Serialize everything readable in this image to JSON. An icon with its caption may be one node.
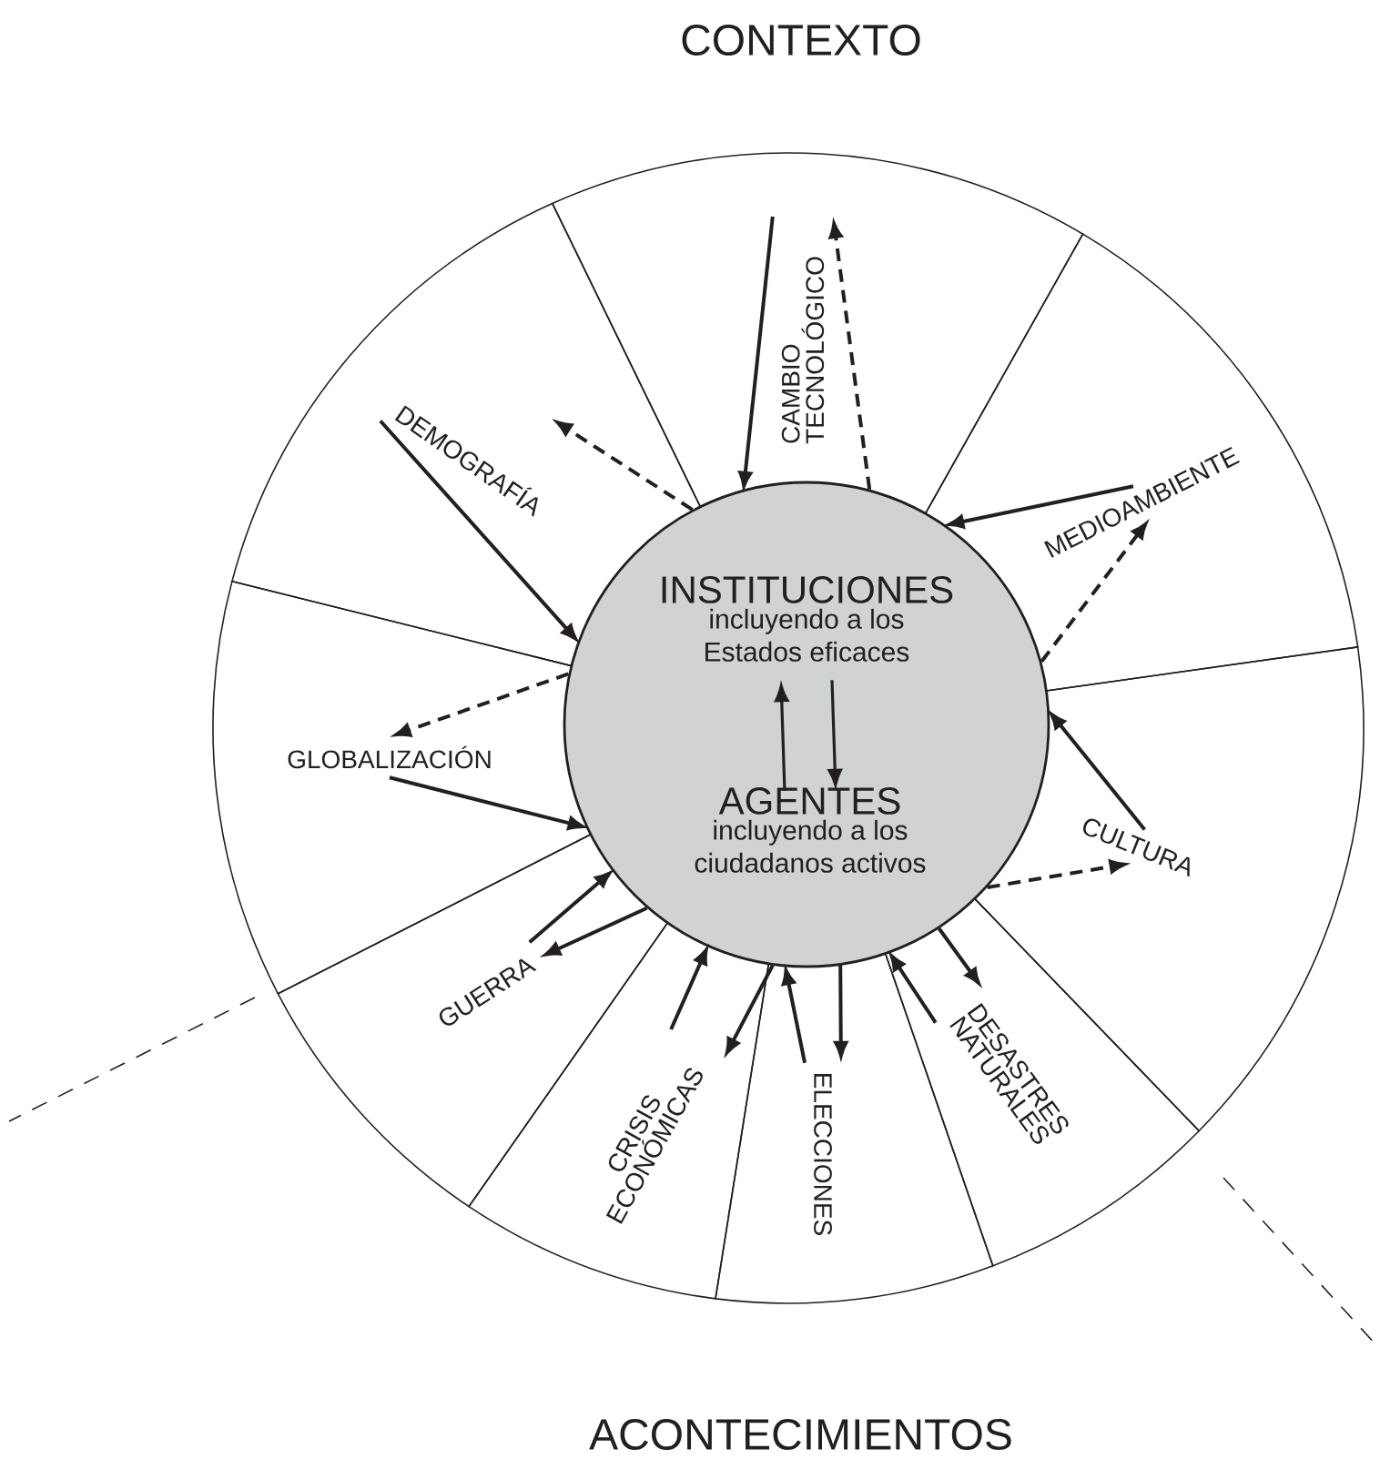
{
  "diagram": {
    "nodes": [
      {
        "text": [],
        "shape": "circle"
      },
      {
        "text": [
          "INSTITUCIONES",
          "incluyendo a los Estados eficaces"
        ],
        "in": 0
      },
      {
        "text": [
          "AGENTES",
          "incluyendo a los ciudadanos activos"
        ],
        "in": 0
      },
      {
        "text": [
          "CAMBIO TECNOLÓGICO"
        ]
      },
      {
        "text": [
          "DEMOGRAFÍA"
        ]
      },
      {
        "text": [
          "MEDIOAMBIENTE"
        ]
      },
      {
        "text": [
          "GLOBALIZACIÓN"
        ]
      },
      {
        "text": [
          "CULTURA"
        ]
      },
      {
        "text": [
          "GUERRA"
        ]
      },
      {
        "text": [
          "CRISIS ECONÓMICAS"
        ]
      },
      {
        "text": [
          "ELECCIONES"
        ]
      },
      {
        "text": [
          "DESASTRES NATURALES"
        ]
      }
    ],
    "edges": [
      {
        "from": 3,
        "to": 0,
        "arrow": "to"
      },
      {
        "from": 0,
        "to": 3,
        "arrow": "to",
        "style": "dashed"
      },
      {
        "from": 4,
        "to": 0,
        "arrow": "to"
      },
      {
        "from": 0,
        "to": 4,
        "arrow": "to",
        "style": "dashed"
      },
      {
        "from": 5,
        "to": 0,
        "arrow": "to"
      },
      {
        "from": 0,
        "to": 5,
        "arrow": "to",
        "style": "dashed"
      },
      {
        "from": 6,
        "to": 0,
        "arrow": "to"
      },
      {
        "from": 0,
        "to": 6,
        "arrow": "to",
        "style": "dashed"
      },
      {
        "from": 7,
        "to": 0,
        "arrow": "to"
      },
      {
        "from": 0,
        "to": 7,
        "arrow": "to",
        "style": "dashed"
      },
      {
        "from": 8,
        "to": 0,
        "arrow": "to"
      },
      {
        "from": 0,
        "to": 8,
        "arrow": "to"
      },
      {
        "from": 9,
        "to": 0,
        "arrow": "to"
      },
      {
        "from": 0,
        "to": 9,
        "arrow": "to"
      },
      {
        "from": 10,
        "to": 0,
        "arrow": "to"
      },
      {
        "from": 0,
        "to": 10,
        "arrow": "to"
      },
      {
        "from": 11,
        "to": 0,
        "arrow": "to"
      },
      {
        "from": 0,
        "to": 11,
        "arrow": "to"
      },
      {
        "from": 2,
        "to": 1,
        "arrow": "to"
      },
      {
        "from": 1,
        "to": 2,
        "arrow": "to"
      }
    ],
    "labels": [
      "CONTEXTO",
      "ACONTECIMIENTOS"
    ]
  }
}
